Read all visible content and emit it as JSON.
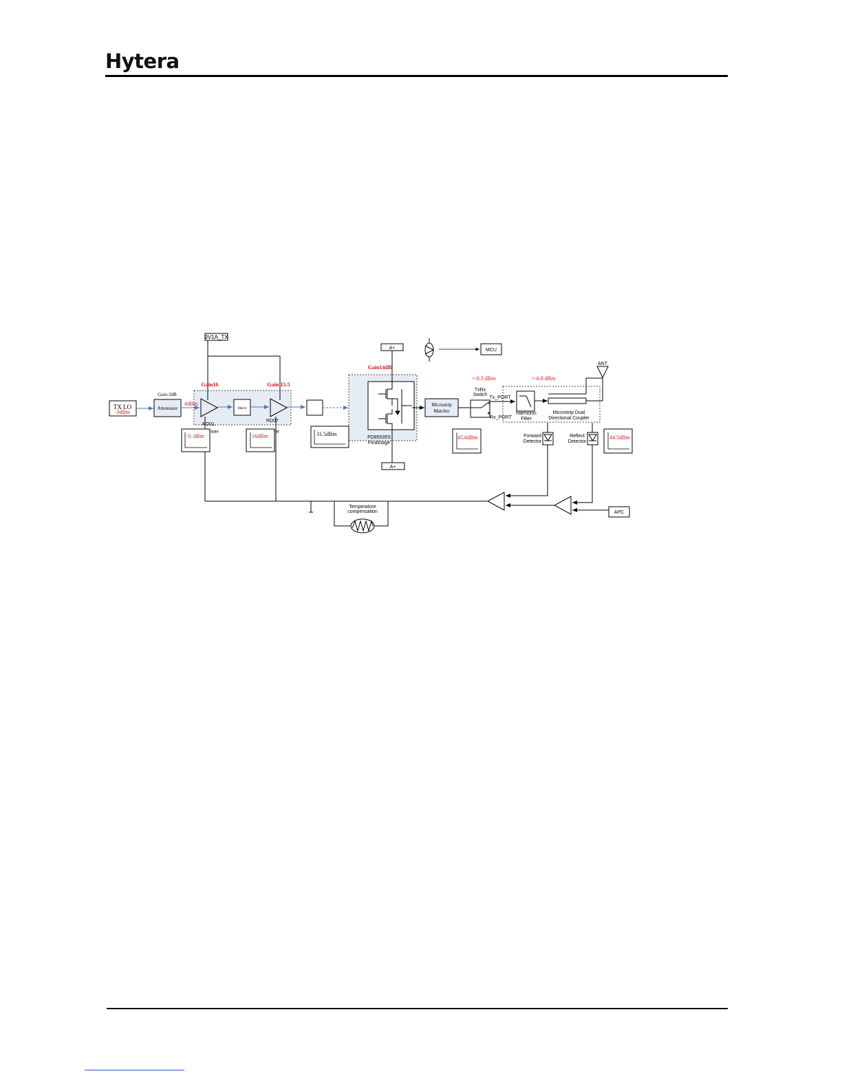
{
  "header": {
    "brand": "Hytera"
  },
  "diagram": {
    "supply_9v": "9V1A_TX",
    "supply_a_top": "A+",
    "supply_a_bottom": "A+",
    "mcu": "MCU",
    "ant": "ANT",
    "apc": "APC",
    "tx_lo": "TX LO",
    "tx_lo_level": "-3dBm",
    "att_gain": "Gain-3dB",
    "attenuator": "Attenuator",
    "gain_rd01": "Gain16",
    "gain_rd07": "Gain 15.5",
    "gain_final": "Gain14dB",
    "level_0dbm": "0dBm",
    "match": "Match",
    "rd01": "RD01",
    "predriver": "PreDriver",
    "rd07": "RD07",
    "driver": "Driver",
    "final_part": "PD85035S",
    "finalstage": "Finalstage",
    "ms_matcher_1": "Microstrip",
    "ms_matcher_2": "Matcher",
    "loss_switch": ">-0.3 dBm",
    "loss_coupler": ">-0.8 dBm",
    "txrx_1": "TxRx",
    "txrx_2": "Switch",
    "tx_port": "Tx_PORT",
    "rx_port": "Rx_PORT",
    "harm_1": "Harmonic",
    "harm_2": "Filter",
    "coupler_1": "Microstrip Dual",
    "coupler_2": "Directional Coupler",
    "fwd_1": "Forward",
    "fwd_2": "Detector",
    "refl_1": "Reflect",
    "refl_2": "Detector",
    "temp_1": "Temperature",
    "temp_2": "compensation",
    "spec_predriver": "0. dBm",
    "spec_driver": "16dBm",
    "spec_final_in": "31.5dBm",
    "spec_matcher": "45.6dBm",
    "spec_ant": "44.5dBm",
    "colors": {
      "accent_red": "#d4151b",
      "block_fill": "#e6ecf5",
      "signal_blue": "#4a77c0"
    }
  }
}
